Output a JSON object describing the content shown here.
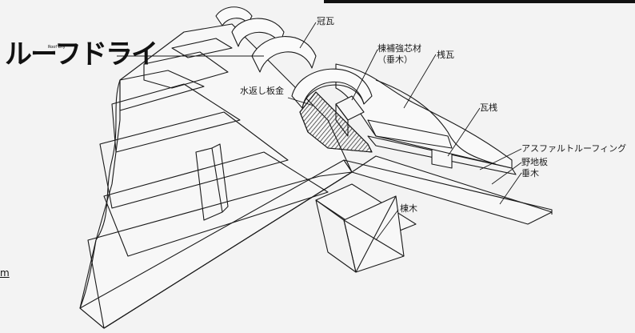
{
  "brand": {
    "logo_text": "ルーフドライ",
    "logo_sub": "Roof Dry"
  },
  "labels": {
    "kanmuri_gawara": "冠瓦",
    "munehokyou_line1": "棟補強芯材",
    "munehokyou_line2": "（垂木）",
    "nokawara": "桟瓦",
    "mizugaeshi": "水返し板金",
    "kawarasan": "瓦桟",
    "asphalt": "アスファルトルーフィング",
    "nojiita": "野地板",
    "taruki": "垂木",
    "munagi": "棟木"
  },
  "unit_fragment": "m",
  "colors": {
    "background": "#f3f3f3",
    "line": "#1a1a1a"
  }
}
